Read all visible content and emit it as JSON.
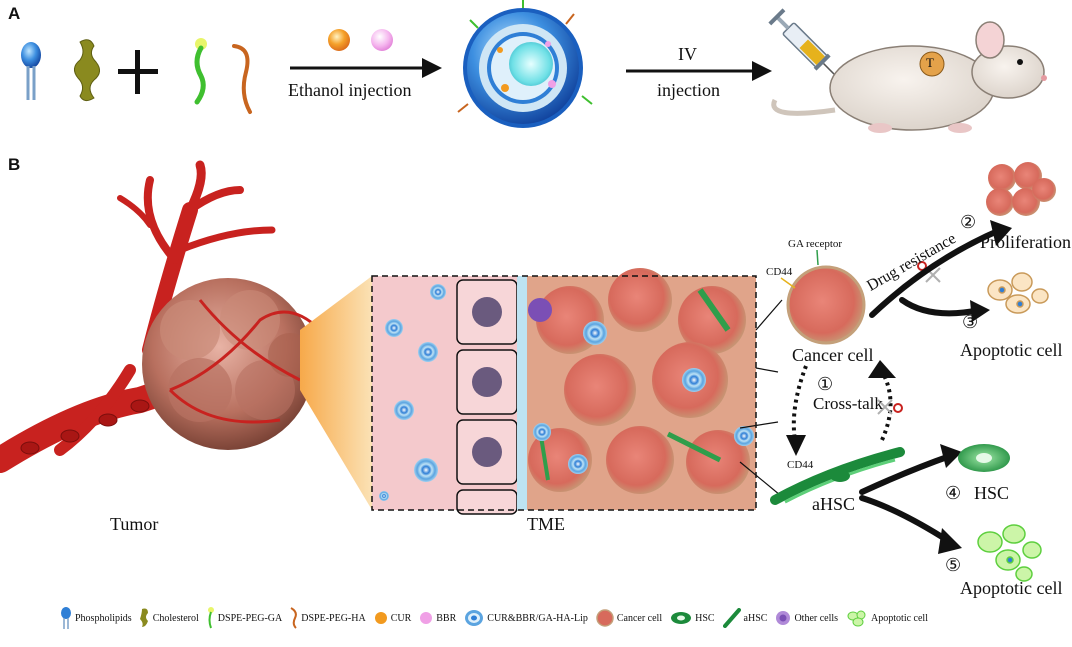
{
  "panels": {
    "a": "A",
    "b": "B"
  },
  "panel_a": {
    "step1_label": "Ethanol injection",
    "step2_label_top": "IV",
    "step2_label_bottom": "injection",
    "tumor_marker": "T"
  },
  "panel_b": {
    "tumor_label": "Tumor",
    "tme_label": "TME",
    "ga_receptor": "GA receptor",
    "cd44_top": "CD44",
    "cd44_bottom": "CD44",
    "cancer_cell": "Cancer cell",
    "drug_resistance": "Drug resistance",
    "proliferation": "Proliferation",
    "apoptotic_cell_3": "Apoptotic  cell",
    "crosstalk": "Cross-talk",
    "ahsc": "aHSC",
    "hsc": "HSC",
    "apoptotic_cell_5": "Apoptotic  cell",
    "markers": {
      "m1": "①",
      "m2": "②",
      "m3": "③",
      "m4": "④",
      "m5": "⑤"
    }
  },
  "legend": [
    {
      "label": "Phospholipids",
      "icon": "phospholipid-icon"
    },
    {
      "label": "Cholesterol",
      "icon": "cholesterol-icon"
    },
    {
      "label": "DSPE-PEG-GA",
      "icon": "dspe-peg-ga-icon"
    },
    {
      "label": "DSPE-PEG-HA",
      "icon": "dspe-peg-ha-icon"
    },
    {
      "label": "CUR",
      "icon": "cur-icon"
    },
    {
      "label": "BBR",
      "icon": "bbr-icon"
    },
    {
      "label": "CUR&BBR/GA-HA-Lip",
      "icon": "liposome-icon"
    },
    {
      "label": "Cancer cell",
      "icon": "cancer-cell-icon"
    },
    {
      "label": "HSC",
      "icon": "hsc-icon"
    },
    {
      "label": "aHSC",
      "icon": "ahsc-icon"
    },
    {
      "label": "Other cells",
      "icon": "other-cell-icon"
    },
    {
      "label": "Apoptotic  cell",
      "icon": "apoptotic-cell-icon"
    }
  ],
  "colors": {
    "liposome": "#2f7fd6",
    "cancer": "#d9776a",
    "vessel": "#c8221f",
    "hsc": "#2f9e4b",
    "cur": "#f29a1f",
    "bbr": "#f0a0e6",
    "tme_bg": "#f4c9cc"
  }
}
